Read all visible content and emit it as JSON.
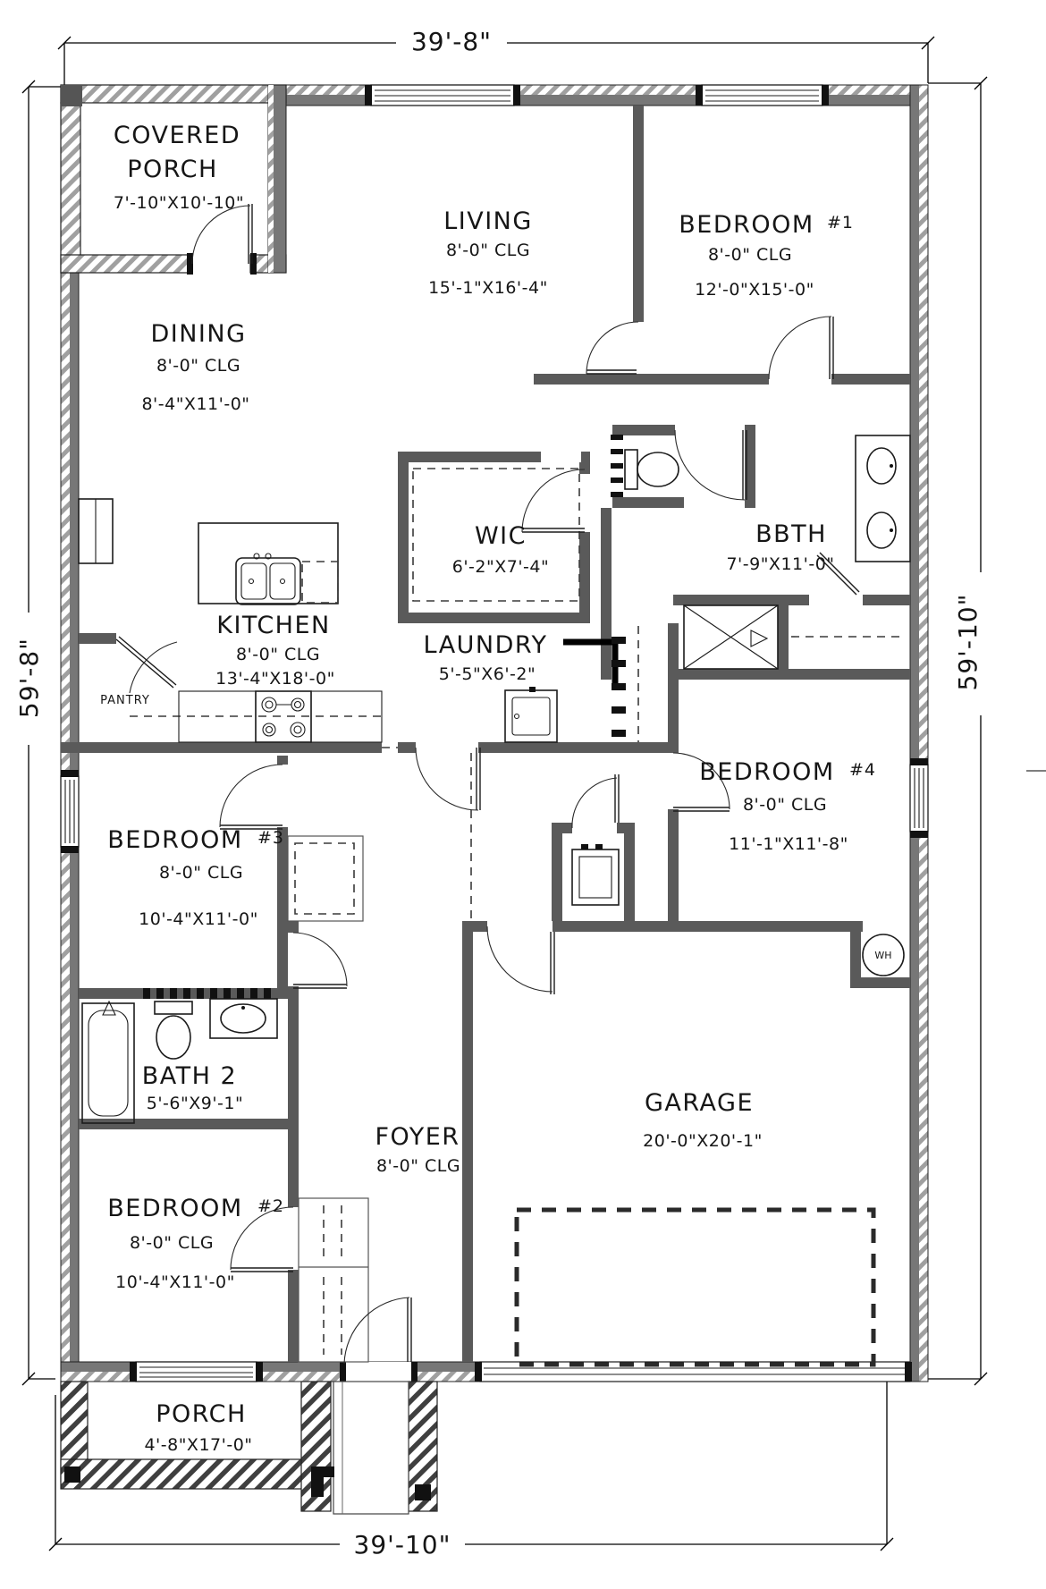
{
  "plan": {
    "dimensions": {
      "top": "39'-8\"",
      "bottom": "39'-10\"",
      "left": "59'-8\"",
      "right": "59'-10\""
    },
    "rooms": {
      "covered_porch": {
        "name_line1": "COVERED",
        "name_line2": "PORCH",
        "size": "7'-10\"X10'-10\""
      },
      "living": {
        "name": "LIVING",
        "ceiling": "8'-0\" CLG",
        "size": "15'-1\"X16'-4\""
      },
      "bedroom1": {
        "name": "BEDROOM",
        "number": "#1",
        "ceiling": "8'-0\" CLG",
        "size": "12'-0\"X15'-0\""
      },
      "dining": {
        "name": "DINING",
        "ceiling": "8'-0\" CLG",
        "size": "8'-4\"X11'-0\""
      },
      "wic": {
        "name": "WIC",
        "size": "6'-2\"X7'-4\""
      },
      "master_bath": {
        "name": "BBTH",
        "size": "7'-9\"X11'-0\""
      },
      "kitchen": {
        "name": "KITCHEN",
        "ceiling": "8'-0\" CLG",
        "size": "13'-4\"X18'-0\""
      },
      "pantry": {
        "name": "PANTRY"
      },
      "laundry": {
        "name": "LAUNDRY",
        "size": "5'-5\"X6'-2\""
      },
      "bedroom4": {
        "name": "BEDROOM",
        "number": "#4",
        "ceiling": "8'-0\" CLG",
        "size": "11'-1\"X11'-8\""
      },
      "bedroom3": {
        "name": "BEDROOM",
        "number": "#3",
        "ceiling": "8'-0\" CLG",
        "size": "10'-4\"X11'-0\""
      },
      "bath2": {
        "name": "BATH 2",
        "size": "5'-6\"X9'-1\""
      },
      "foyer": {
        "name": "FOYER",
        "ceiling": "8'-0\" CLG"
      },
      "bedroom2": {
        "name": "BEDROOM",
        "number": "#2",
        "ceiling": "8'-0\" CLG",
        "size": "10'-4\"X11'-0\""
      },
      "garage": {
        "name": "GARAGE",
        "size": "20'-0\"X20'-1\""
      },
      "porch": {
        "name": "PORCH",
        "size": "4'-8\"X17'-0\""
      }
    },
    "fixtures": {
      "water_heater": "WH"
    },
    "colors": {
      "wall": "#777777",
      "wall_interior": "#5a5a5a",
      "line": "#1c1c1c",
      "hatch": "#a0a0a0"
    }
  }
}
